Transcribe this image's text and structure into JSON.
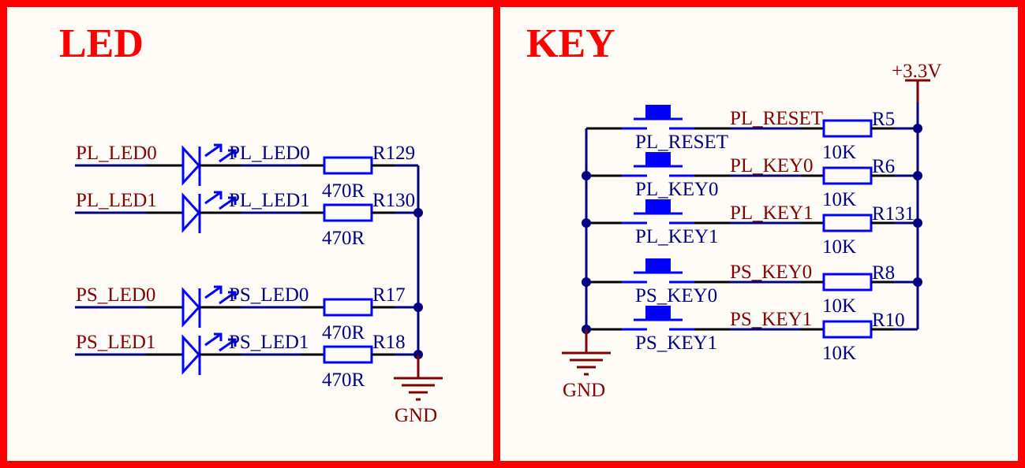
{
  "colors": {
    "frame": "#ff0000",
    "title": "#ff0000",
    "net_label": "#800000",
    "designator": "#000080",
    "wire": "#000080",
    "component": "#0000ff",
    "power": "#800000",
    "background": "#fffcf8"
  },
  "led_section": {
    "title": "LED",
    "ground_label": "GND",
    "rows": [
      {
        "net_in": "PL_LED0",
        "net_mid": "PL_LED0",
        "resistor": "R129",
        "value": "470R"
      },
      {
        "net_in": "PL_LED1",
        "net_mid": "PL_LED1",
        "resistor": "R130",
        "value": "470R"
      },
      {
        "net_in": "PS_LED0",
        "net_mid": "PS_LED0",
        "resistor": "R17",
        "value": "470R"
      },
      {
        "net_in": "PS_LED1",
        "net_mid": "PS_LED1",
        "resistor": "R18",
        "value": "470R"
      }
    ]
  },
  "key_section": {
    "title": "KEY",
    "power_label": "+3.3V",
    "ground_label": "GND",
    "rows": [
      {
        "switch": "PL_RESET",
        "net": "PL_RESET",
        "resistor": "R5",
        "value": "10K"
      },
      {
        "switch": "PL_KEY0",
        "net": "PL_KEY0",
        "resistor": "R6",
        "value": "10K"
      },
      {
        "switch": "PL_KEY1",
        "net": "PL_KEY1",
        "resistor": "R131",
        "value": "10K"
      },
      {
        "switch": "PS_KEY0",
        "net": "PS_KEY0",
        "resistor": "R8",
        "value": "10K"
      },
      {
        "switch": "PS_KEY1",
        "net": "PS_KEY1",
        "resistor": "R10",
        "value": "10K"
      }
    ]
  }
}
